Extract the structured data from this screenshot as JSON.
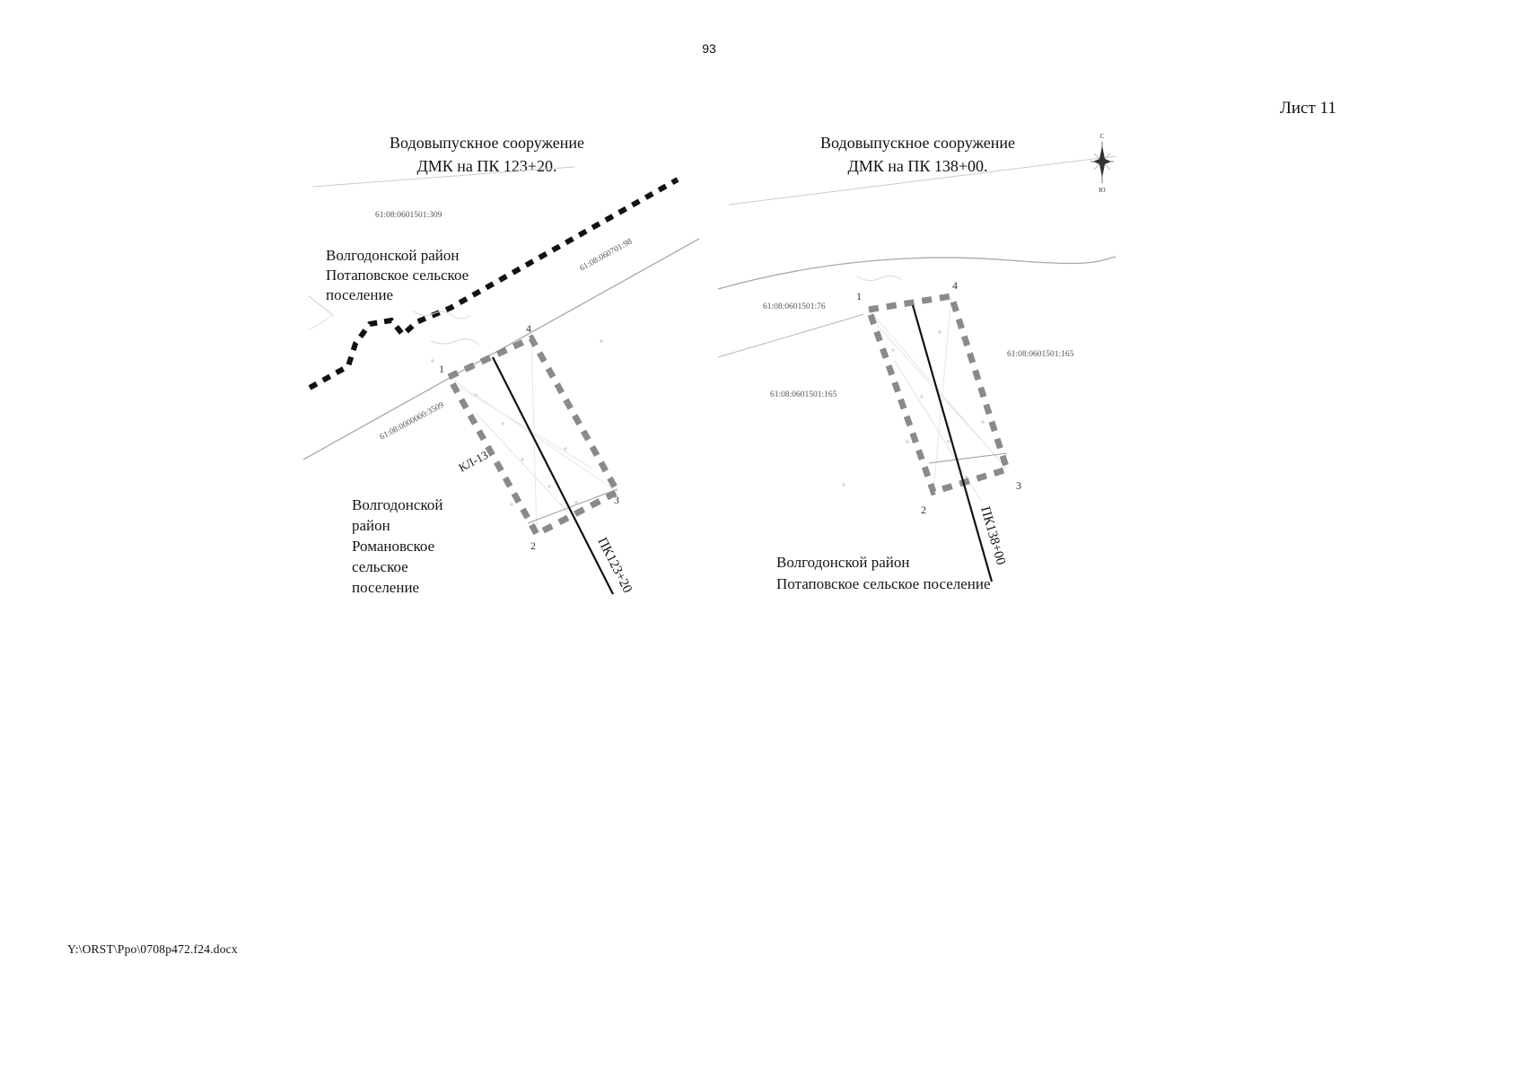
{
  "page": {
    "number": "93",
    "sheet_label": "Лист 11",
    "footer_path": "Y:\\ORST\\Ppo\\0708p472.f24.docx"
  },
  "compass": {
    "north": "С",
    "south": "Ю"
  },
  "left_map": {
    "title": [
      "Водовыпускное сооружение",
      "ДМК на ПК 123+20."
    ],
    "parcel_309": "61:08:0601501:309",
    "parcel_98": "61:08:060701:98",
    "parcel_3509": "61:08:0000000:3509",
    "region_top": [
      "Волгодонской район",
      "Потаповское сельское",
      "поселение"
    ],
    "region_bottom": [
      "Волгодонской",
      "район",
      "Романовское",
      "сельское",
      "поселение"
    ],
    "cable_label": "КЛ-13",
    "axis_label": "ПК123+20",
    "corners": {
      "c1": "1",
      "c2": "2",
      "c3": "3",
      "c4": "4"
    }
  },
  "right_map": {
    "title": [
      "Водовыпускное сооружение",
      "ДМК на ПК 138+00."
    ],
    "parcel_76": "61:08:0601501:76",
    "parcel_165a": "61:08:0601501:165",
    "parcel_165b": "61:08:0601501:165",
    "region_bottom": [
      "Волгодонской район",
      "Потаповское сельское поселение"
    ],
    "axis_label": "ПК138+00",
    "corners": {
      "c1": "1",
      "c2": "2",
      "c3": "3",
      "c4": "4"
    }
  }
}
